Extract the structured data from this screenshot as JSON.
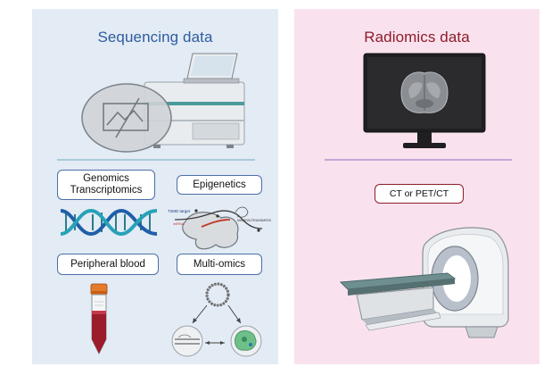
{
  "sequencing": {
    "title": "Sequencing data",
    "boxes": {
      "genomics": "Genomics",
      "transcriptomics": "Transcriptomics",
      "epigenetics": "Epigenetics",
      "peripheral_blood": "Peripheral blood",
      "multi_omics": "Multi-omics"
    },
    "epigenetics_annotations": {
      "target": "T2MD target",
      "mirna": "miRNA",
      "methylation": "MACROUTRANSMISSI"
    }
  },
  "radiomics": {
    "title": "Radiomics data",
    "box": "CT or PET/CT"
  },
  "icons": [
    "sequencer-machine-icon",
    "dna-helix-icon",
    "epigenetic-protein-icon",
    "blood-tube-icon",
    "multi-omics-cycle-icon",
    "monitor-brain-scan-icon",
    "ct-scanner-icon"
  ],
  "colors": {
    "left_panel_bg": "#e3ebf5",
    "right_panel_bg": "#f9e2ee",
    "left_title": "#2e5d9e",
    "right_title": "#8e1c2a"
  }
}
